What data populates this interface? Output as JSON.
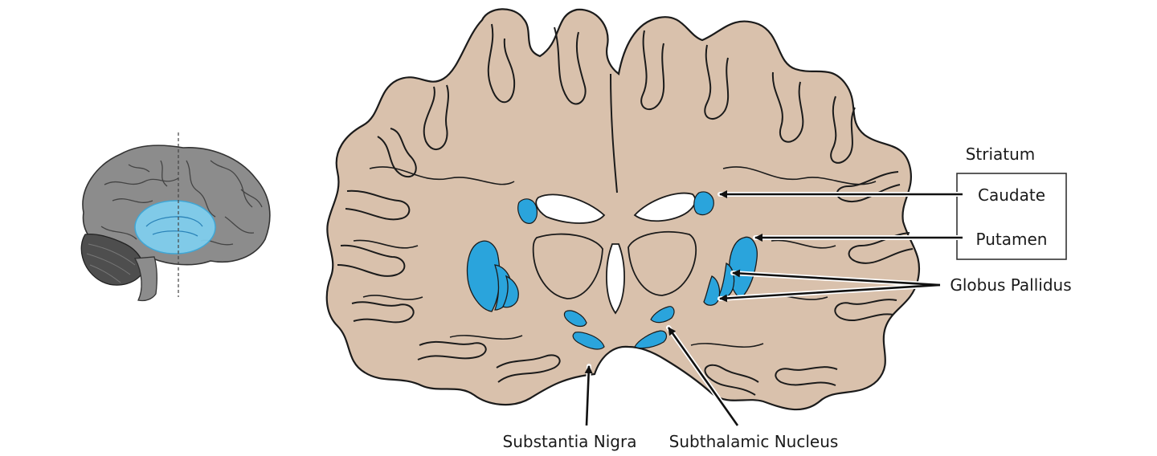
{
  "labels": {
    "striatum": "Striatum",
    "caudate": "Caudate",
    "putamen": "Putamen",
    "globus_pallidus": "Globus Pallidus",
    "substantia_nigra": "Substantia Nigra",
    "subthalamic_nucleus": "Subthalamic Nucleus"
  },
  "colors": {
    "tissue": "#d9c1ac",
    "highlight": "#2aa4dc",
    "brain_side": "#8a8a8a",
    "cerebellum": "#5a5a5a",
    "outline": "#1b1b1b",
    "ventricle": "#ffffff"
  }
}
